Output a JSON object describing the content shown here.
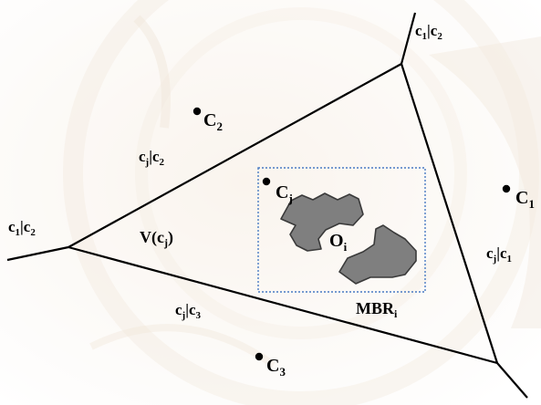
{
  "colors": {
    "edge_lines": "#000000",
    "mbr_border": "#4a7bc4",
    "object_fill": "#7f7f7f",
    "object_stroke": "#3a3a3a",
    "background_tint": "#efe2d2"
  },
  "labels": {
    "bisector_top": {
      "main": "c",
      "sub1": "1",
      "sep": "|c",
      "sub2": "2"
    },
    "bisector_left": {
      "main": "c",
      "sub1": "1",
      "sep": "|c",
      "sub2": "2"
    },
    "bisector_upper_edge": {
      "main": "c",
      "sub1": "j",
      "sep": "|c",
      "sub2": "2"
    },
    "bisector_right_edge": {
      "main": "c",
      "sub1": "j",
      "sep": "|c",
      "sub2": "1"
    },
    "bisector_lower_edge": {
      "main": "c",
      "sub1": "j",
      "sep": "|c",
      "sub2": "3"
    },
    "voronoi_cell": {
      "prefix": "V(c",
      "sub": "j",
      "suffix": ")"
    },
    "object": {
      "main": "O",
      "sub": "i"
    },
    "mbr": {
      "main": "MBR",
      "sub": "i"
    }
  },
  "points": {
    "c2": {
      "main": "C",
      "sub": "2"
    },
    "cj": {
      "main": "C",
      "sub": "j"
    },
    "c1": {
      "main": "C",
      "sub": "1"
    },
    "c3": {
      "main": "C",
      "sub": "3"
    }
  }
}
